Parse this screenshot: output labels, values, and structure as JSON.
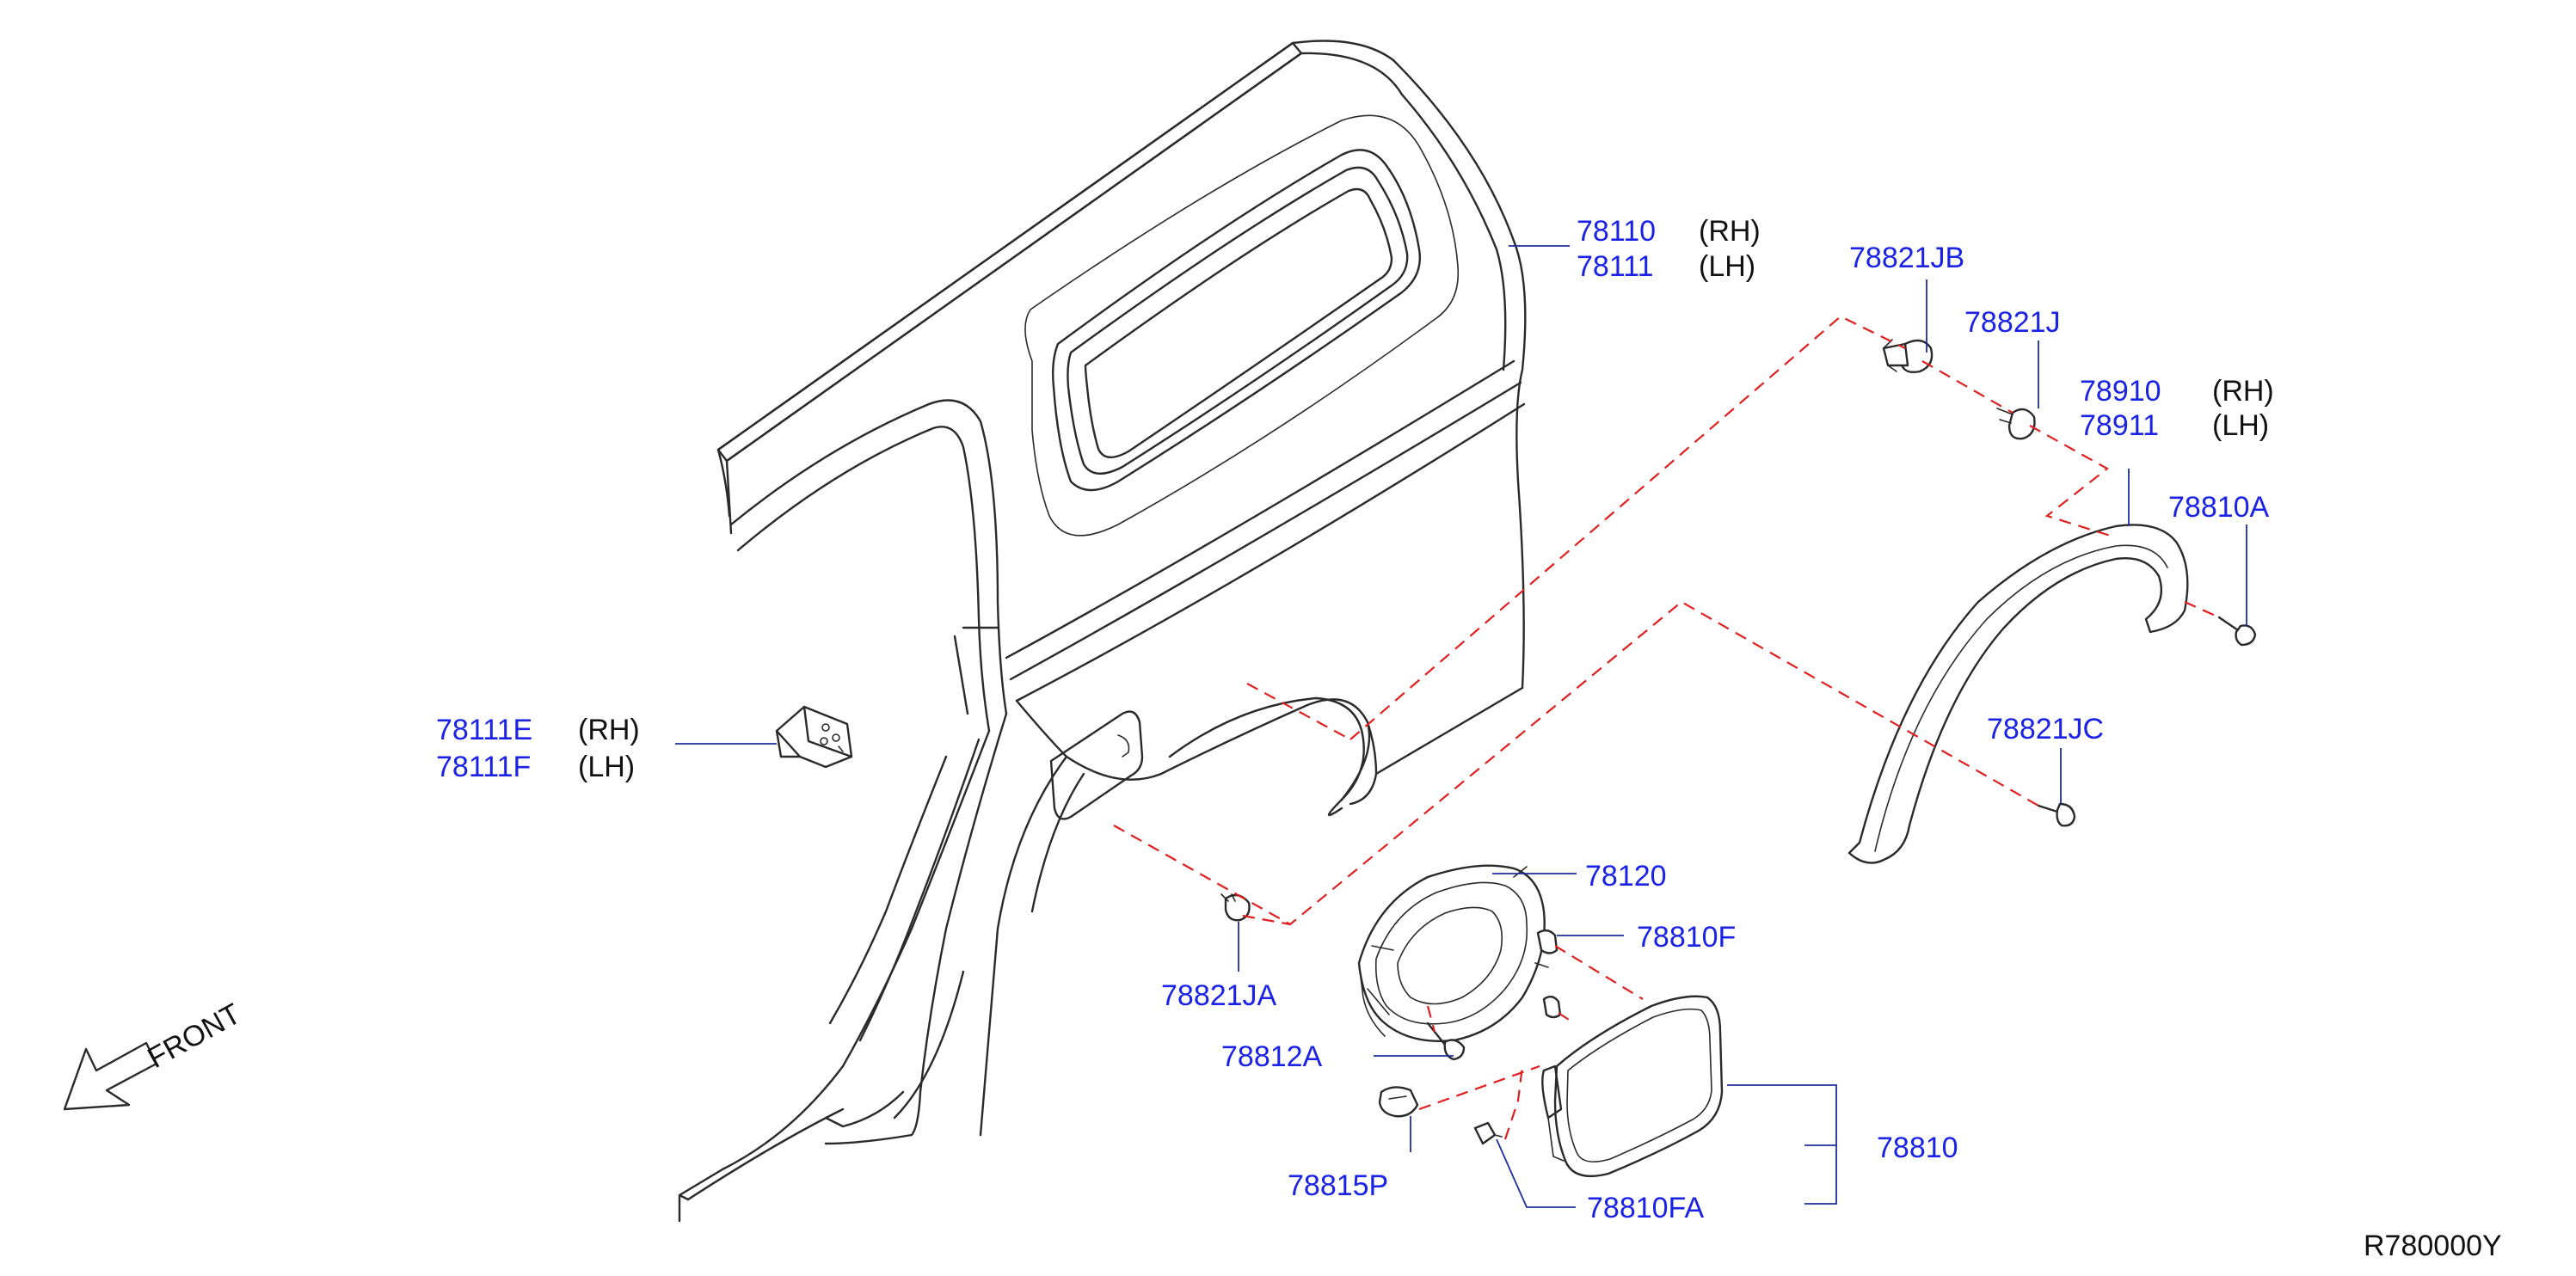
{
  "colors": {
    "part_number": "#1a22e6",
    "leader": "#1e2e9e",
    "dashed_guide": "#e02020",
    "outline": "#2a2a2a"
  },
  "labels": {
    "p78110": "78110",
    "p78110_side": "(RH)",
    "p78111": "78111",
    "p78111_side": "(LH)",
    "p78821JB": "78821JB",
    "p78821J": "78821J",
    "p78910": "78910",
    "p78910_side": "(RH)",
    "p78911": "78911",
    "p78911_side": "(LH)",
    "p78810A": "78810A",
    "p78111E": "78111E",
    "p78111E_side": "(RH)",
    "p78111F": "78111F",
    "p78111F_side": "(LH)",
    "p78821JC": "78821JC",
    "p78120": "78120",
    "p78810F": "78810F",
    "p78821JA": "78821JA",
    "p78812A": "78812A",
    "p78810": "78810",
    "p78815P": "78815P",
    "p78810FA": "78810FA"
  },
  "front_label": "FRONT",
  "diagram_code": "R780000Y",
  "icons": {
    "front_arrow": "front-arrow-icon"
  }
}
